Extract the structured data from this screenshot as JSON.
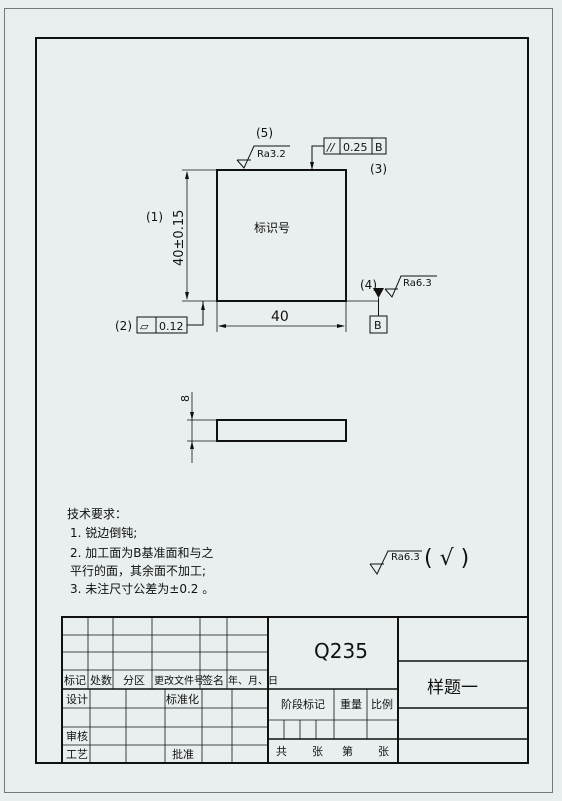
{
  "drawing": {
    "labels": {
      "l1": "(1)",
      "l2": "(2)",
      "l3": "(3)",
      "l4": "(4)",
      "l5": "(5)"
    },
    "dimensions": {
      "height": "40±0.15",
      "width": "40",
      "thickness": "8"
    },
    "roughness": {
      "top": "Ra3.2",
      "right": "Ra6.3",
      "general": "Ra6.3",
      "general_mark": "( √ )"
    },
    "tolerances": {
      "parallelism_symbol": "//",
      "parallelism_value": "0.25",
      "parallelism_datum": "B",
      "flatness_symbol": "▱",
      "flatness_value": "0.12",
      "datum_letter": "B"
    },
    "part_label": "标识号"
  },
  "tech_requirements": {
    "title": "技术要求：",
    "line1": "1. 锐边倒钝;",
    "line2a": "2. 加工面为B基准面和与之",
    "line2b": "平行的面，其余面不加工;",
    "line3": "3. 未注尺寸公差为±0.2 。"
  },
  "title_block": {
    "material": "Q235",
    "drawing_name": "样题一",
    "headers": {
      "mark": "标记",
      "count": "处数",
      "zone": "分区",
      "change_doc": "更改文件号",
      "signature": "签名",
      "date": "年、月、日",
      "design": "设计",
      "standardize": "标准化",
      "review": "审核",
      "process": "工艺",
      "approve": "批准",
      "stage_mark": "阶段标记",
      "weight": "重量",
      "scale": "比例",
      "total": "共",
      "sheets": "张",
      "sheet_no": "第",
      "sheet_unit": "张"
    }
  }
}
